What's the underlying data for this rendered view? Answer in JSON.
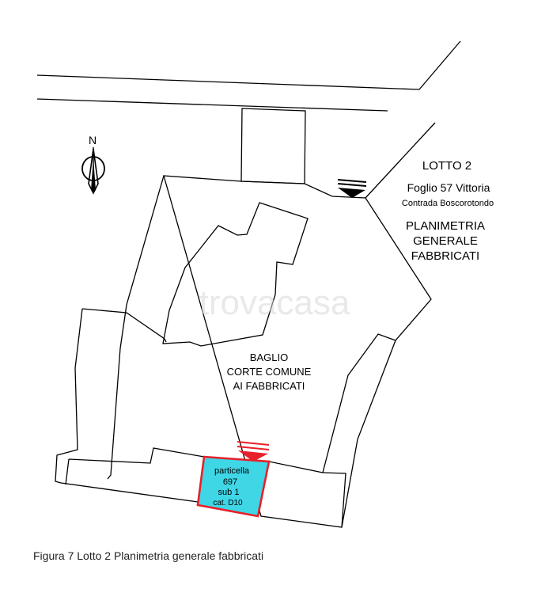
{
  "title_block": {
    "lotto": "LOTTO 2",
    "foglio": "Foglio 57 Vittoria",
    "contrada": "Contrada Boscorotondo",
    "plan_title_1": "PLANIMETRIA",
    "plan_title_2": "GENERALE",
    "plan_title_3": "FABBRICATI"
  },
  "north_arrow": {
    "letter": "N"
  },
  "courtyard": {
    "line1": "BAGLIO",
    "line2": "CORTE COMUNE",
    "line3": "AI FABBRICATI"
  },
  "parcel": {
    "line1": "particella",
    "line2": "697",
    "line3": "sub 1",
    "line4": "cat. D10",
    "fill_color": "#3fd6e6",
    "border_color": "#e8202a"
  },
  "markers": {
    "entrance_color": "#000000",
    "parcel_marker_color": "#e8202a"
  },
  "watermark": "trovacasa",
  "caption": "Figura 7 Lotto 2 Planimetria generale fabbricati"
}
